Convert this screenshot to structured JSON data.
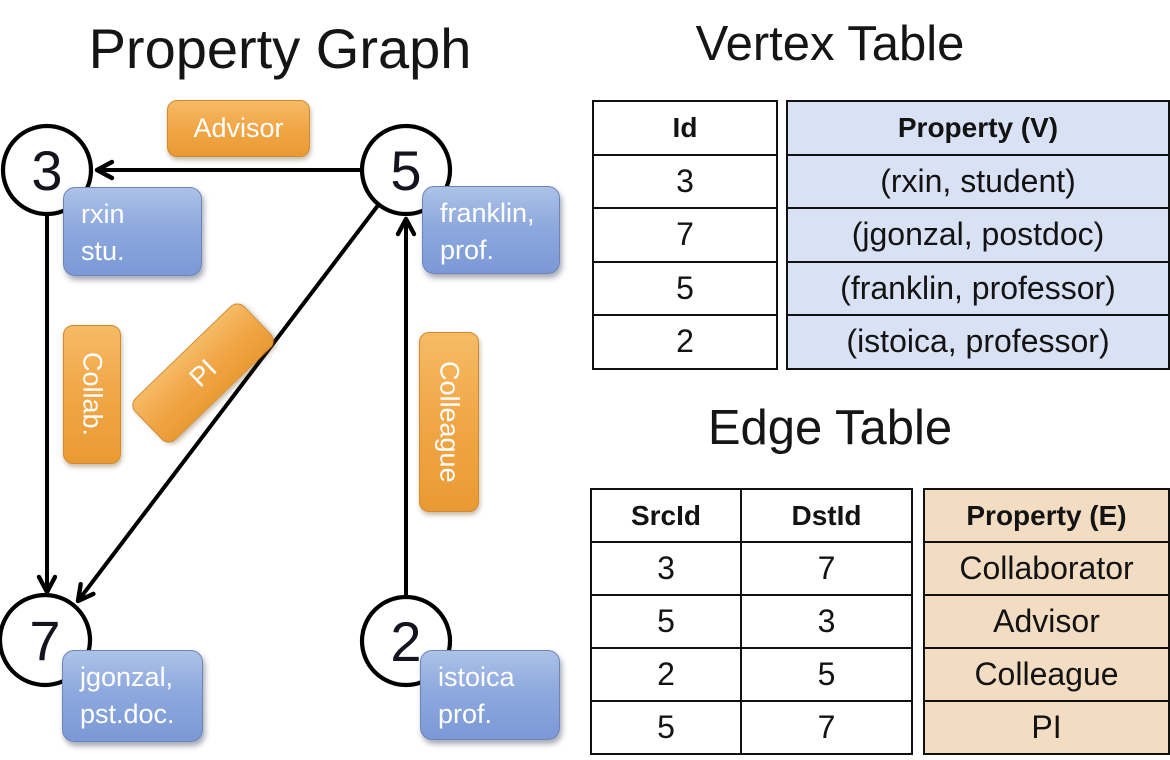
{
  "left_panel": {
    "title": "Property Graph",
    "nodes": [
      {
        "id": "3",
        "label_line1": "rxin",
        "label_line2": "stu."
      },
      {
        "id": "5",
        "label_line1": "franklin,",
        "label_line2": "prof."
      },
      {
        "id": "7",
        "label_line1": "jgonzal,",
        "label_line2": "pst.doc."
      },
      {
        "id": "2",
        "label_line1": "istoica",
        "label_line2": "prof."
      }
    ],
    "edges": [
      {
        "src": "5",
        "dst": "3",
        "label": "Advisor"
      },
      {
        "src": "3",
        "dst": "7",
        "label": "Collab."
      },
      {
        "src": "5",
        "dst": "7",
        "label": "PI"
      },
      {
        "src": "2",
        "dst": "5",
        "label": "Colleague"
      }
    ]
  },
  "vertex_table": {
    "title": "Vertex Table",
    "columns": {
      "id": "Id",
      "property": "Property (V)"
    },
    "rows": [
      {
        "id": "3",
        "property": "(rxin, student)"
      },
      {
        "id": "7",
        "property": "(jgonzal, postdoc)"
      },
      {
        "id": "5",
        "property": "(franklin, professor)"
      },
      {
        "id": "2",
        "property": "(istoica, professor)"
      }
    ]
  },
  "edge_table": {
    "title": "Edge Table",
    "columns": {
      "src": "SrcId",
      "dst": "DstId",
      "property": "Property (E)"
    },
    "rows": [
      {
        "src": "3",
        "dst": "7",
        "property": "Collaborator"
      },
      {
        "src": "5",
        "dst": "3",
        "property": "Advisor"
      },
      {
        "src": "2",
        "dst": "5",
        "property": "Colleague"
      },
      {
        "src": "5",
        "dst": "7",
        "property": "PI"
      }
    ]
  },
  "colors": {
    "edge_label_fill": "#F1A849",
    "edge_label_border": "#D3892D",
    "vertex_label_fill": "#8EA9DE",
    "vertex_label_border": "#6D84B4",
    "vertex_table_property_bg": "#D9E2F4",
    "edge_table_property_bg": "#F2DCC2",
    "line_color": "#000000",
    "label_text_color": "#FFFFFF"
  }
}
